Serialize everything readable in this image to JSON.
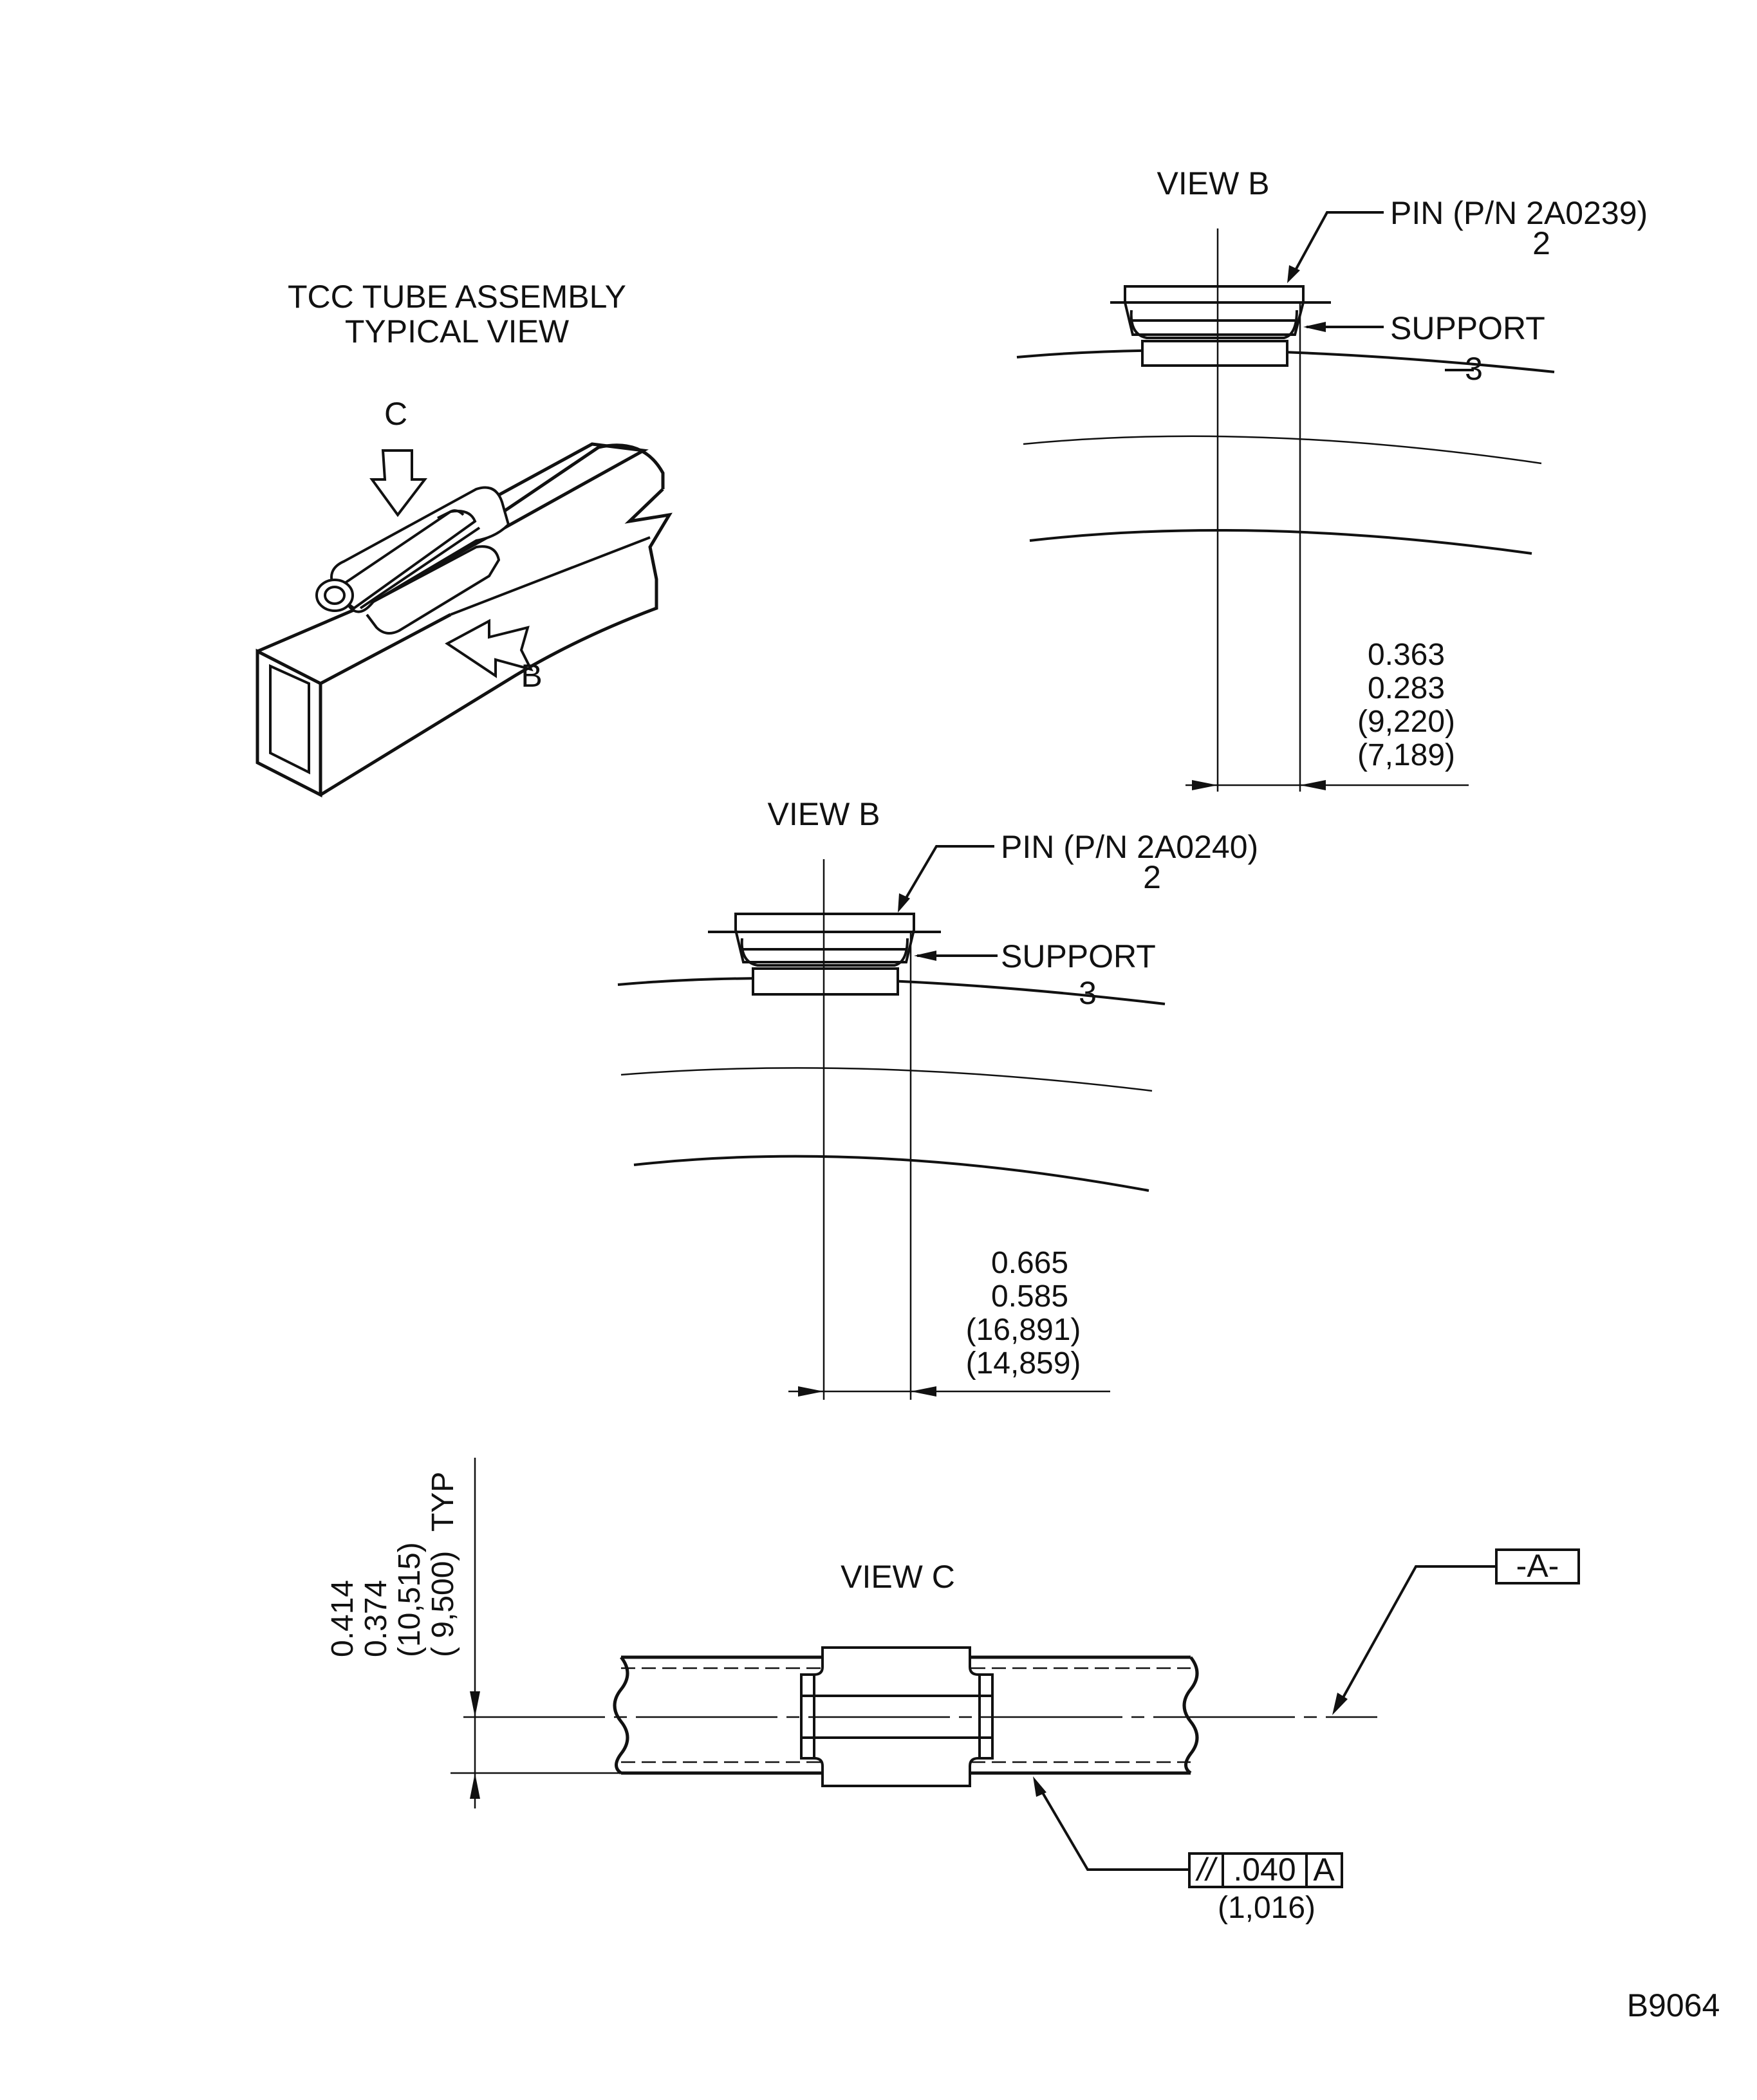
{
  "typical_view": {
    "title_line1": "TCC TUBE ASSEMBLY",
    "title_line2": "TYPICAL VIEW",
    "arrow_c": "C",
    "arrow_b": "B"
  },
  "view_b_upper": {
    "title": "VIEW B",
    "pin_label": "PIN (P/N 2A0239)",
    "pin_item": "2",
    "support_label": "SUPPORT",
    "support_item": "3",
    "dim_line1": "0.363",
    "dim_line2": "0.283",
    "dim_line3": "(9,220)",
    "dim_line4": "(7,189)"
  },
  "view_b_lower": {
    "title": "VIEW B",
    "pin_label": "PIN (P/N 2A0240)",
    "pin_item": "2",
    "support_label": "SUPPORT",
    "support_item": "3",
    "dim_line1": "0.665",
    "dim_line2": "0.585",
    "dim_line3": "(16,891)",
    "dim_line4": "(14,859)"
  },
  "view_c": {
    "title": "VIEW C",
    "dim_line1": "0.414",
    "dim_line2": "0.374",
    "dim_line3": "(10,515)",
    "dim_line4": "( 9,500)",
    "dim_suffix": "TYP",
    "datum": "-A-",
    "tolerance_symbol": "//",
    "tolerance_value": ".040",
    "tolerance_datum": "A",
    "tolerance_metric": "(1,016)"
  },
  "figure_id": "B9064"
}
